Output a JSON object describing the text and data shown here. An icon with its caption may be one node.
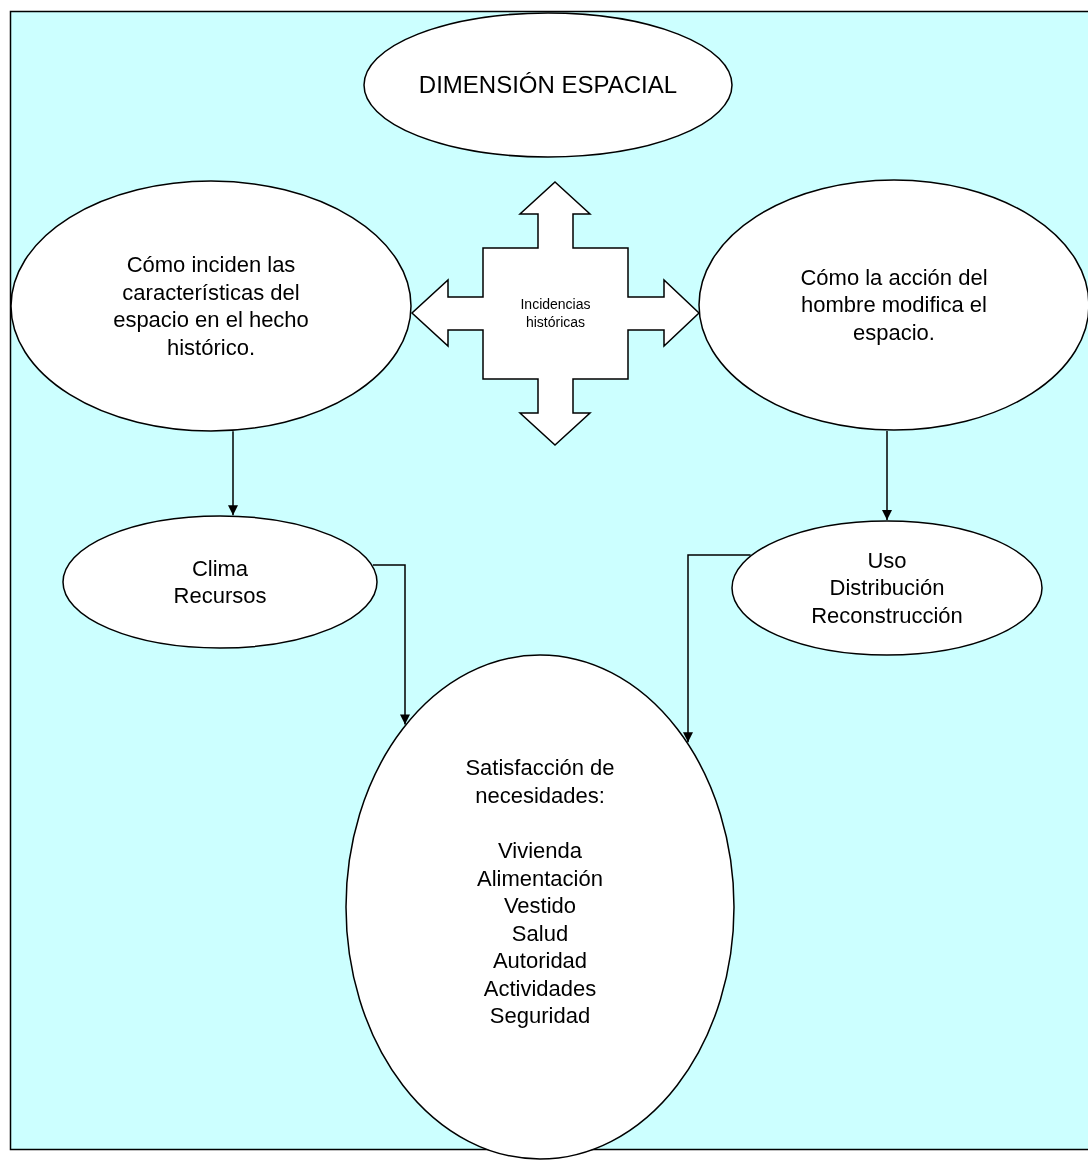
{
  "diagram": {
    "nodes": [
      {
        "text": [
          "DIMENSIÓN ESPACIAL"
        ]
      },
      {
        "text": [
          "Cómo inciden las características del espacio en el hecho histórico."
        ]
      },
      {
        "text": [
          "Incidencias históricas"
        ]
      },
      {
        "text": [
          "Cómo la acción del hombre modifica el espacio."
        ]
      },
      {
        "text": [
          "Clima",
          "Recursos"
        ]
      },
      {
        "text": [
          "Uso",
          "Distribución",
          "Reconstrucción"
        ]
      },
      {
        "text": [
          "Satisfacción de necesidades:",
          "Vivienda",
          "Alimentación",
          "Vestido",
          "Salud",
          "Autoridad",
          "Actividades",
          "Seguridad"
        ]
      }
    ],
    "edges": [
      {
        "from": 1,
        "to": 4,
        "arrow": "to"
      },
      {
        "from": 3,
        "to": 5,
        "arrow": "to"
      },
      {
        "from": 4,
        "to": 6,
        "arrow": "to"
      },
      {
        "from": 5,
        "to": 6,
        "arrow": "to"
      }
    ]
  }
}
